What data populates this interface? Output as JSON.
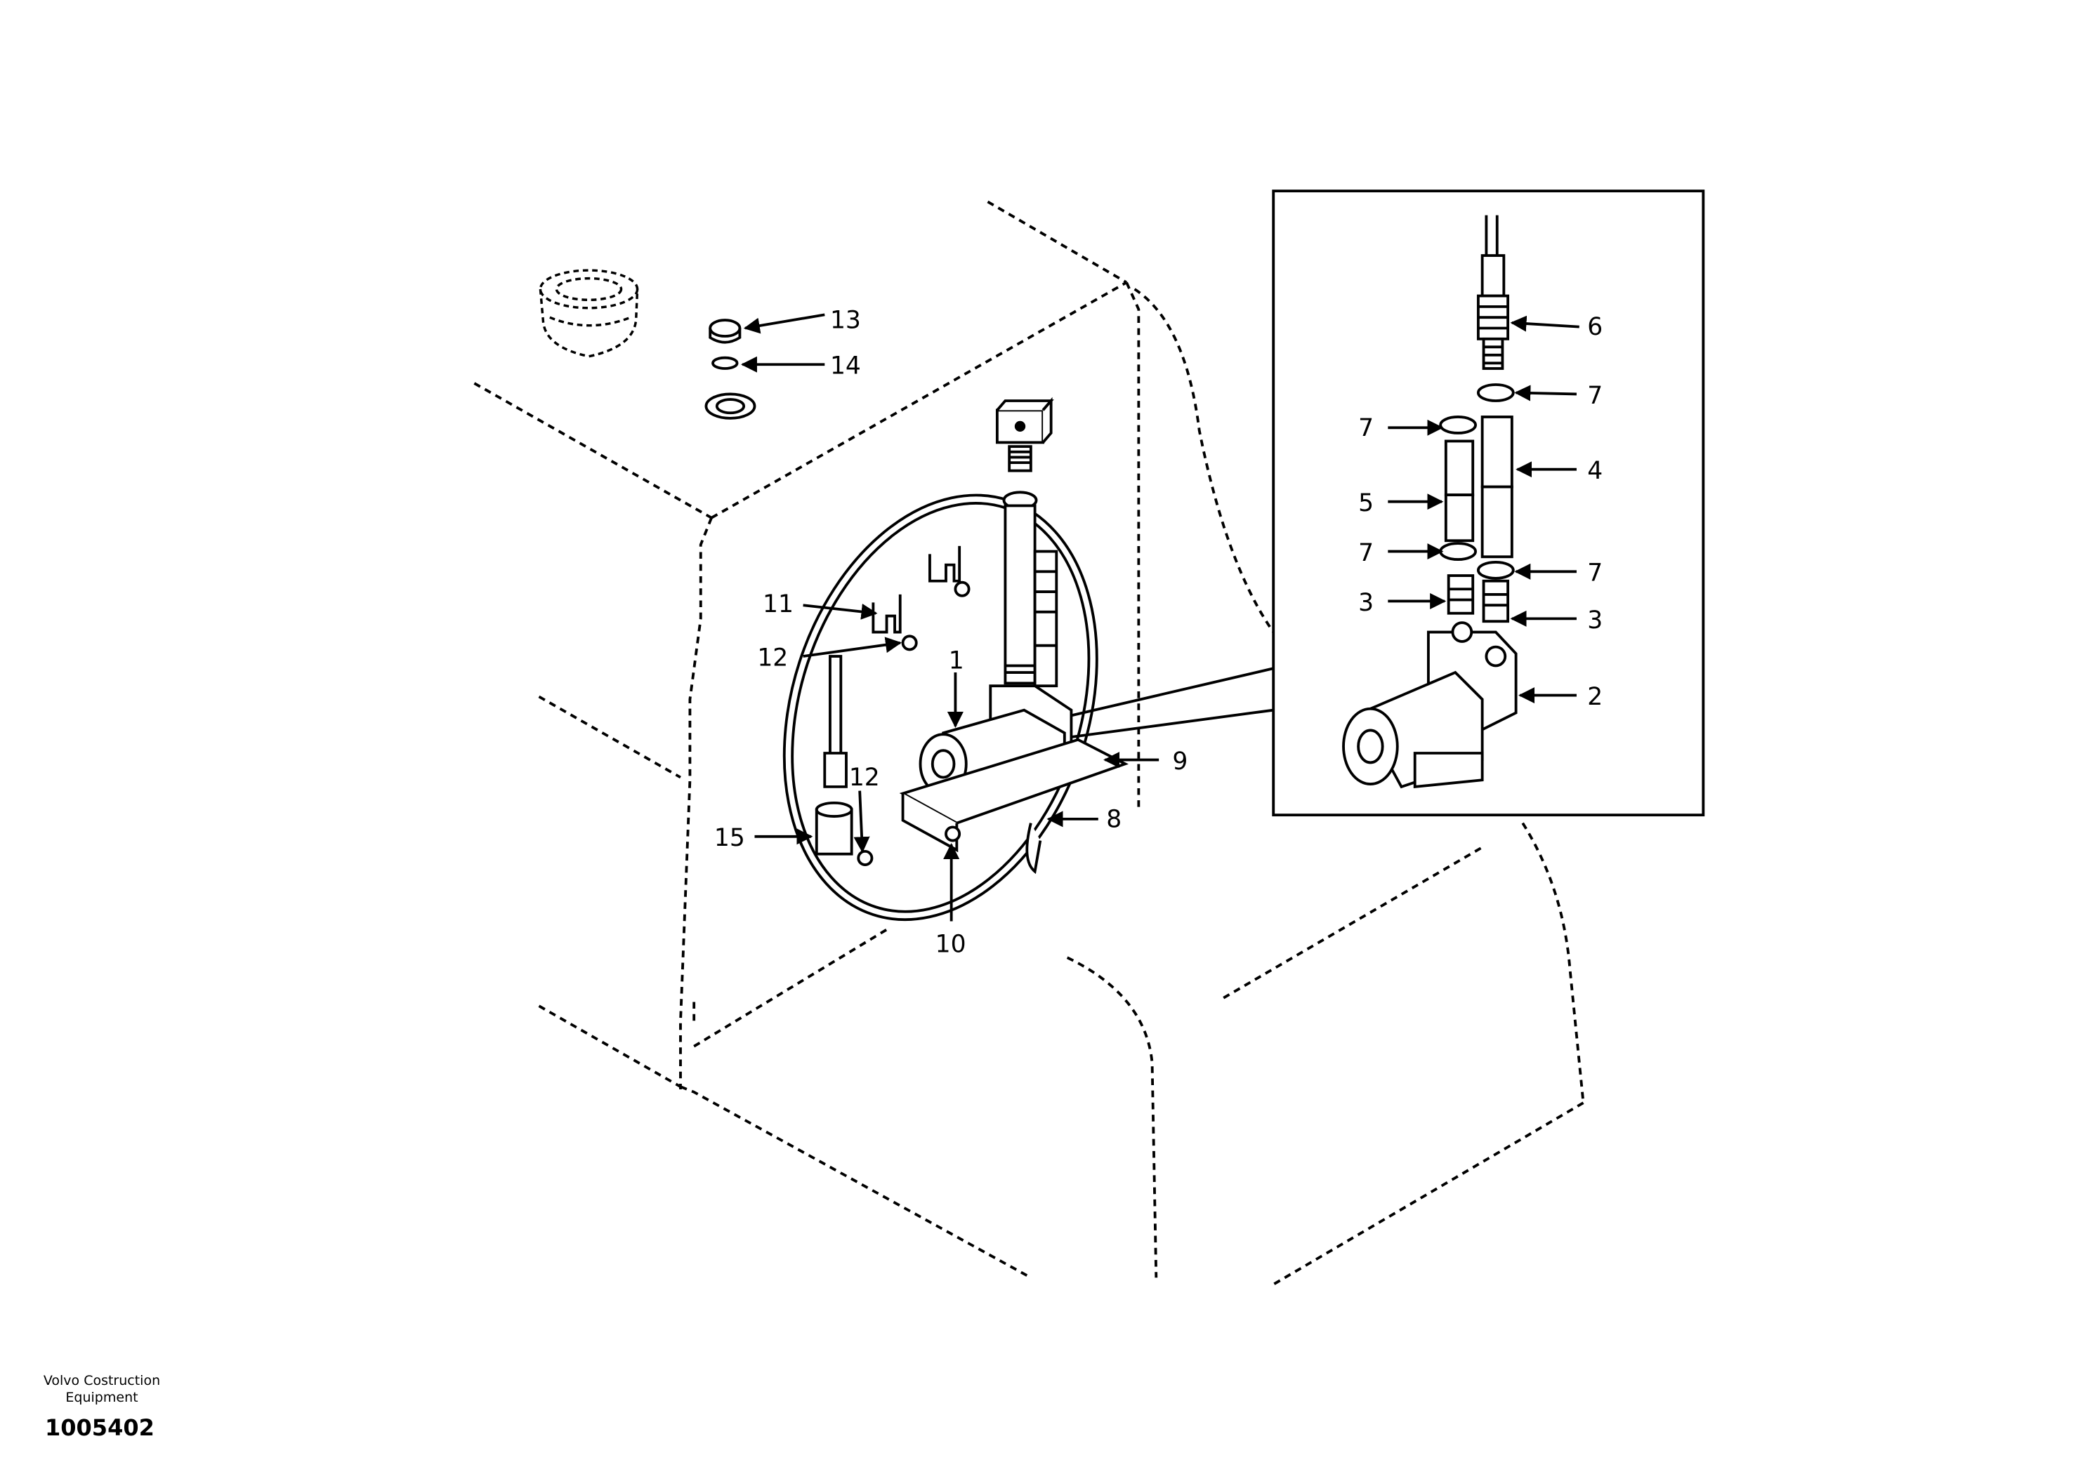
{
  "diagram": {
    "callouts": {
      "c1": "1",
      "c2": "2",
      "c3a": "3",
      "c3b": "3",
      "c4": "4",
      "c5": "5",
      "c6": "6",
      "c7a": "7",
      "c7b": "7",
      "c7c": "7",
      "c7d": "7",
      "c8": "8",
      "c9": "9",
      "c10": "10",
      "c11": "11",
      "c12a": "12",
      "c12b": "12",
      "c13": "13",
      "c14": "14",
      "c15": "15"
    }
  },
  "footer": {
    "company_line1": "Volvo Costruction",
    "company_line2": "Equipment",
    "drawing_number": "1005402"
  }
}
